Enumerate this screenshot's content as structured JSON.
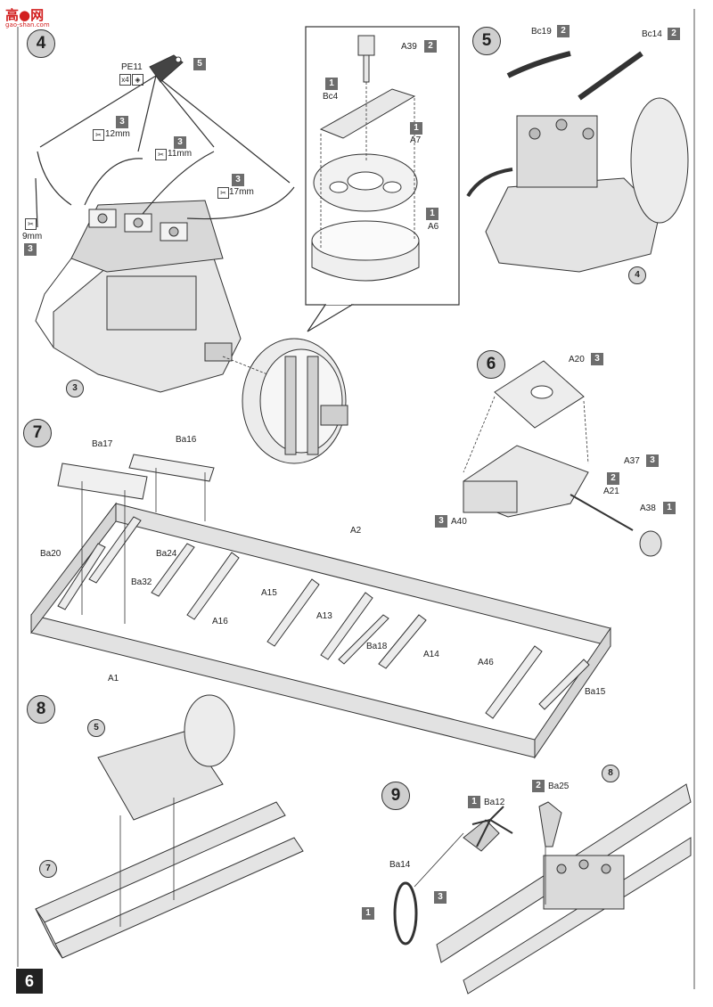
{
  "page": {
    "number": "6"
  },
  "watermark": {
    "brand": "高●网",
    "url": "gao-shan.com"
  },
  "steps": {
    "s4": "4",
    "s5": "5",
    "s6": "6",
    "s7": "7",
    "s8": "8",
    "s9": "9"
  },
  "refs": {
    "r3": "3",
    "r4": "4",
    "r5": "5",
    "r7": "7",
    "r8": "8"
  },
  "labels": {
    "pe11": "PE11",
    "x4": "x4",
    "mm12": "12mm",
    "mm11": "11mm",
    "mm17": "17mm",
    "mm9": "9mm",
    "a39": "A39",
    "bc4": "Bc4",
    "a7": "A7",
    "a6": "A6",
    "bc19": "Bc19",
    "bc14": "Bc14",
    "a20": "A20",
    "a37": "A37",
    "a40": "A40",
    "a21": "A21",
    "a38": "A38",
    "ba17": "Ba17",
    "ba16": "Ba16",
    "ba20": "Ba20",
    "ba24": "Ba24",
    "ba32": "Ba32",
    "a2": "A2",
    "a15": "A15",
    "a16": "A16",
    "a13": "A13",
    "ba18": "Ba18",
    "a14": "A14",
    "a1": "A1",
    "a46": "A46",
    "ba15": "Ba15",
    "ba12": "Ba12",
    "ba25": "Ba25",
    "ba14": "Ba14"
  },
  "tags": {
    "t5": "5",
    "t3a": "3",
    "t3b": "3",
    "t3c": "3",
    "t3d": "3",
    "t2a": "2",
    "t1a": "1",
    "t1b": "1",
    "t1c": "1",
    "t2b": "2",
    "t2c": "2",
    "t3e": "3",
    "t3f": "3",
    "t2d": "2",
    "t3g": "3",
    "t1d": "1",
    "t1e": "1",
    "t2e": "2",
    "t1f": "1",
    "t3h": "3"
  },
  "colors": {
    "tag_gray": "#6d6d6d",
    "step_fill": "#cfcfcf",
    "line": "#333333",
    "part_fill": "#e6e6e6",
    "watermark_red": "#d21f1f"
  }
}
